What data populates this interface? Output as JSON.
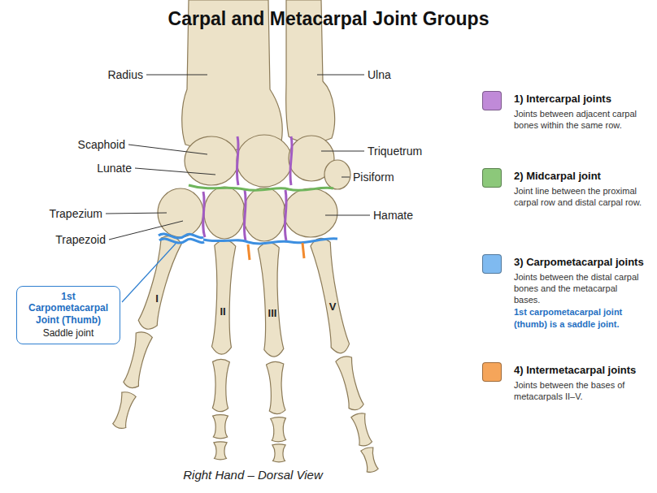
{
  "diagram": {
    "title": "Carpal and Metacarpal Joint Groups",
    "caption": "Right Hand – Dorsal View",
    "nodes": [
      {
        "text": [
          "1st Carpometacarpal Joint (Thumb)",
          "Saddle joint"
        ]
      }
    ],
    "labels": [
      "Radius",
      "Ulna",
      "Scaphoid",
      "Lunate",
      "Triquetrum",
      "Pisiform",
      "Trapezium",
      "Hamate",
      "Trapezoid",
      "I",
      "II",
      "III",
      "V",
      "Joints between adjacent carpal bones within the same row.",
      "Joint line between the proximal carpal row and distal carpal row.",
      "Joints between the distal carpal bones and the metacarpal bases.",
      "1st carpometacarpal joint (thumb) is a saddle joint.",
      "Joints between the bases of metacarpals II–V."
    ],
    "legend": [
      {
        "text": "1) Intercarpal joints",
        "color": "#c08ad8"
      },
      {
        "text": "2) Midcarpal joint",
        "color": "#8cc87a"
      },
      {
        "text": "3) Carpometacarpal joints",
        "color": "#7fbaf0"
      },
      {
        "text": "4) Intermetacarpal joints",
        "color": "#f5a55a"
      }
    ]
  }
}
